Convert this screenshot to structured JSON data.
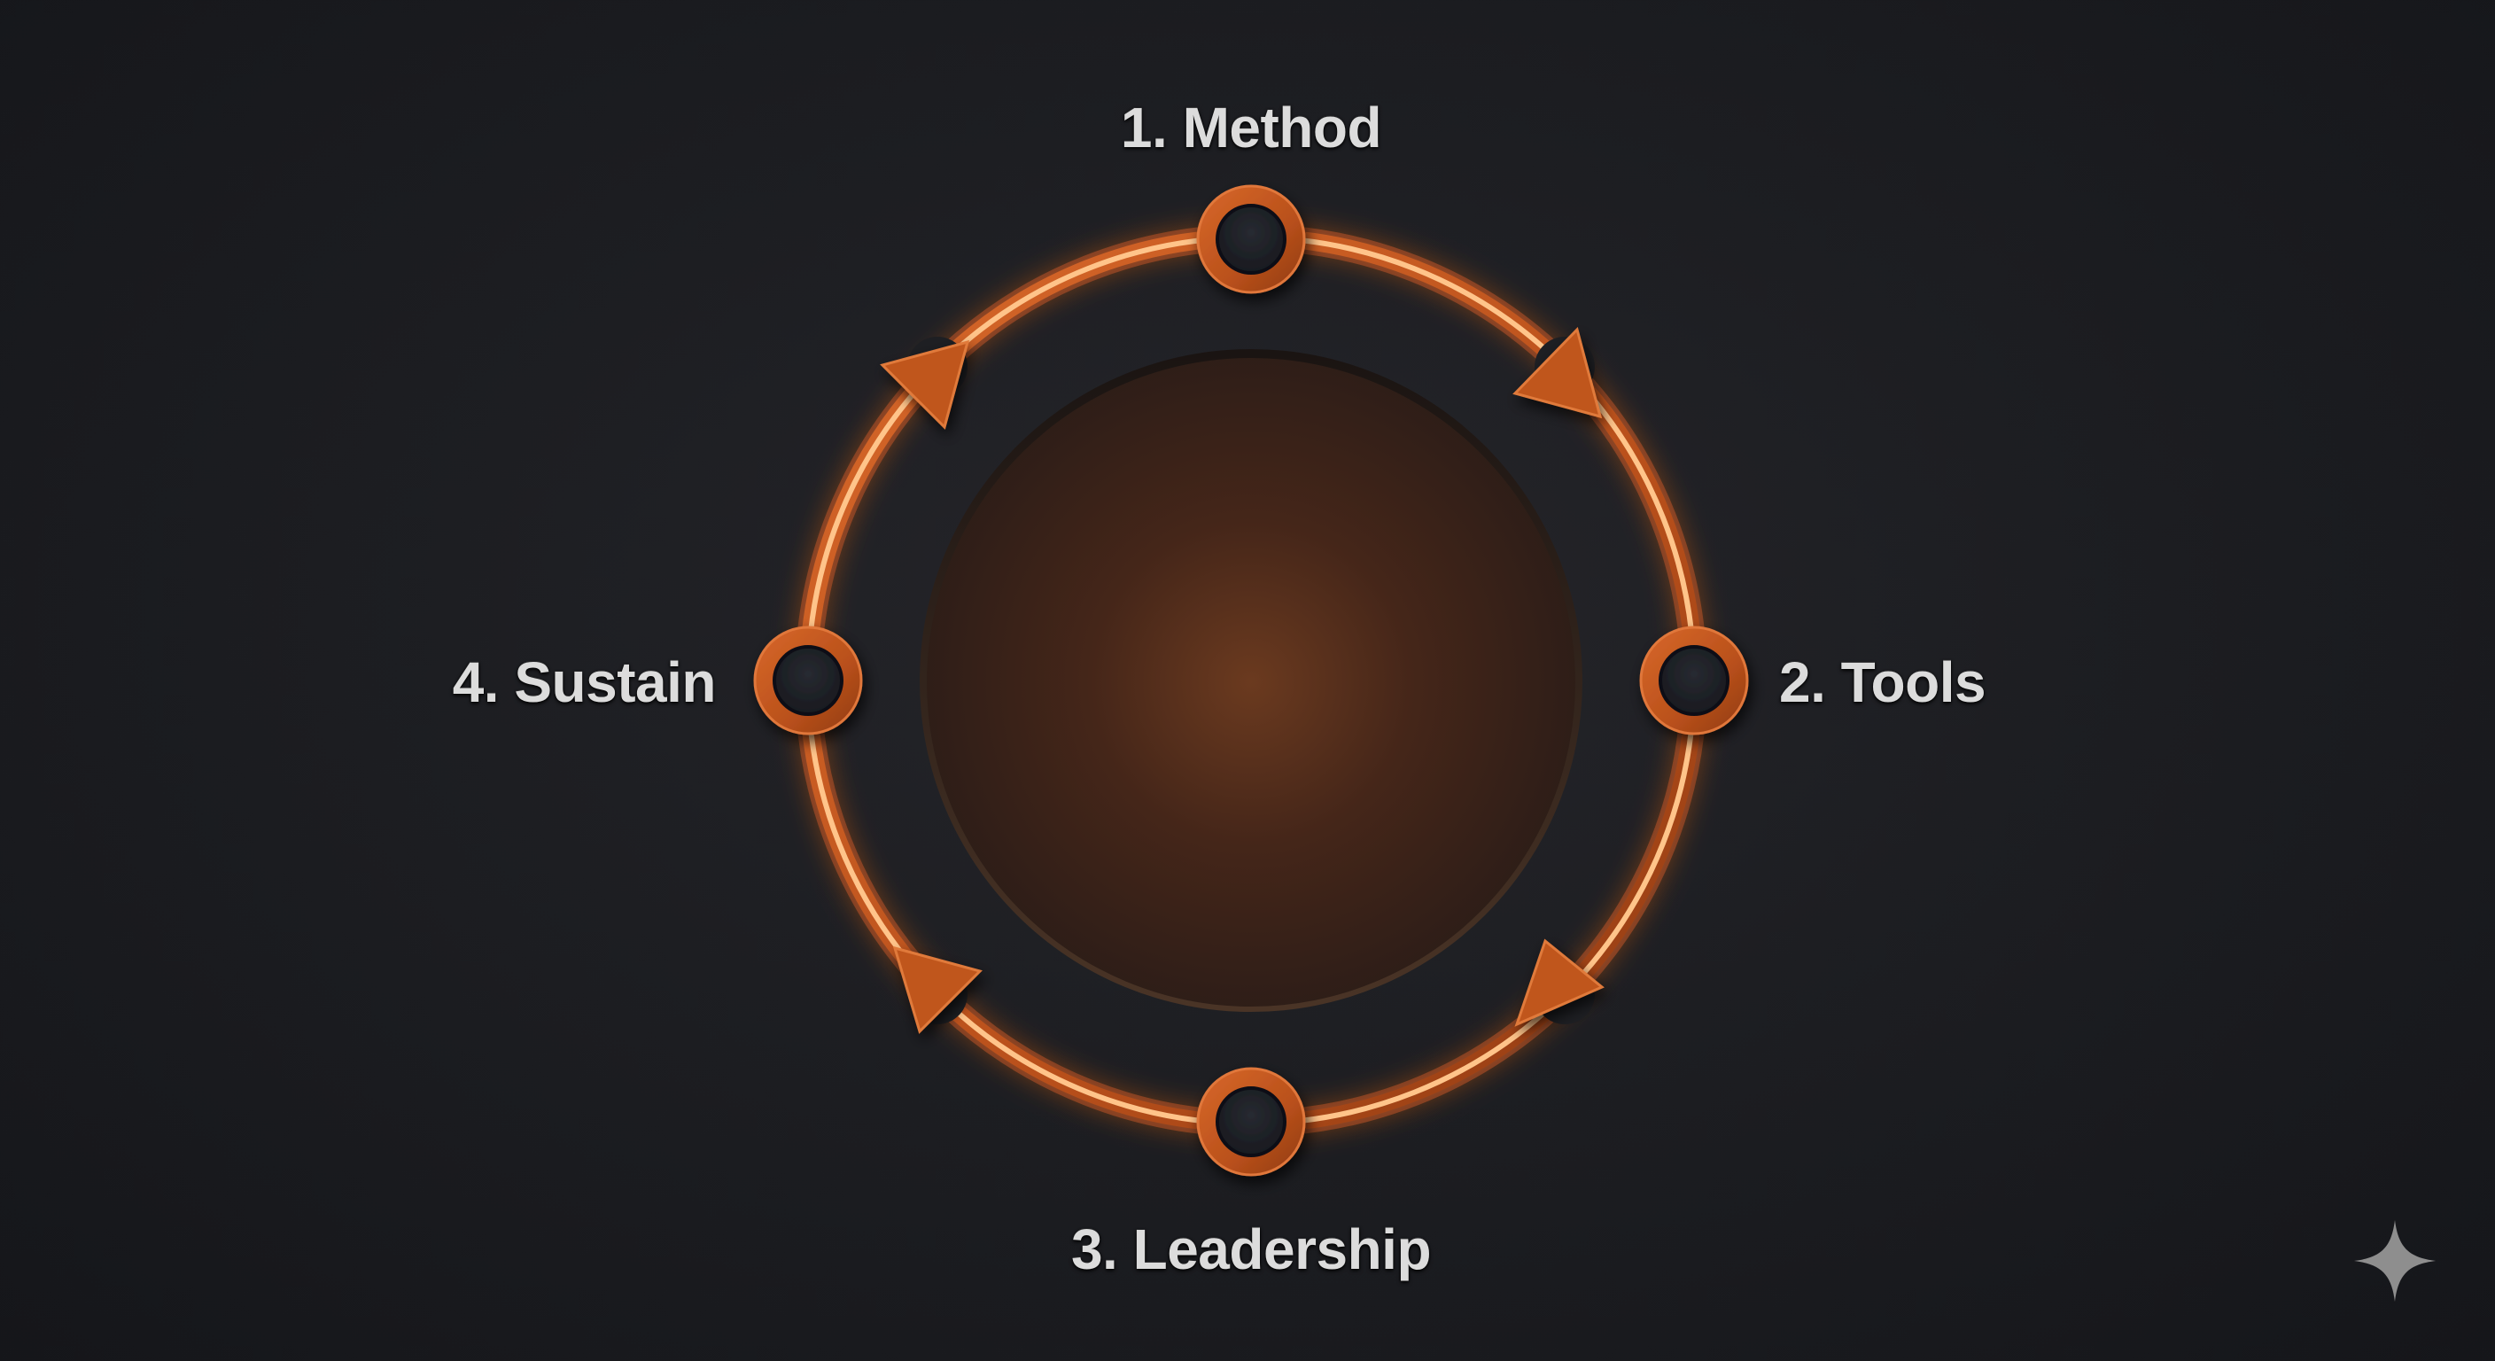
{
  "diagram": {
    "type": "cycle",
    "direction": "clockwise",
    "steps": [
      {
        "number": 1,
        "label": "1. Method",
        "position": "top"
      },
      {
        "number": 2,
        "label": "2. Tools",
        "position": "right"
      },
      {
        "number": 3,
        "label": "3. Leadership",
        "position": "bottom"
      },
      {
        "number": 4,
        "label": "4. Sustain",
        "position": "left"
      }
    ],
    "center": {
      "label": ""
    },
    "arrows": [
      {
        "from": 1,
        "to": 2,
        "icon": "arrow-down-right-icon"
      },
      {
        "from": 2,
        "to": 3,
        "icon": "arrow-down-left-icon"
      },
      {
        "from": 3,
        "to": 4,
        "icon": "arrow-up-left-icon"
      },
      {
        "from": 4,
        "to": 1,
        "icon": "arrow-up-right-icon"
      }
    ]
  },
  "watermark": {
    "icon": "sparkle-icon"
  },
  "colors": {
    "background": "#1d1e22",
    "ring": "#c8561c",
    "ring_glow": "#ff7a2e",
    "ring_core": "#ffc98f",
    "node_inner": "#1f2228",
    "center_disc": "#5a3220",
    "label_text": "#dcdcdc",
    "sparkle": "#8e8e8e"
  }
}
